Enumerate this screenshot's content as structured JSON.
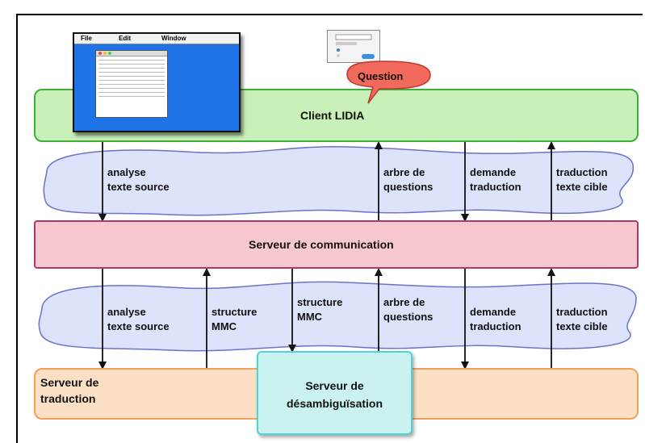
{
  "window_menu": {
    "file": "File",
    "edit": "Edit",
    "window": "Window"
  },
  "bubble": {
    "text": "Question"
  },
  "client": {
    "label": "Client LIDIA"
  },
  "communication": {
    "label": "Serveur de communication"
  },
  "traduction": {
    "label": "Serveur de\ntraduction"
  },
  "desambiguisation": {
    "label": "Serveur de\ndésambiguïsation"
  },
  "upper_labels": {
    "analyse": "analyse\ntexte source",
    "arbre": "arbre de\nquestions",
    "demande": "demande\ntraduction",
    "traduction": "traduction\ntexte cible"
  },
  "lower_labels": {
    "analyse": "analyse\ntexte source",
    "structure_left": "structure\nMMC",
    "structure_right": "structure\nMMC",
    "arbre": "arbre de\nquestions",
    "demande": "demande\ntraduction",
    "traduction": "traduction\ntexte cible"
  },
  "colors": {
    "client_fill": "#c8f0b8",
    "comm_fill": "#f8c8d0",
    "trad_fill": "#fbe0c6",
    "desamb_fill": "#c9f2f0",
    "cloud_fill": "#dde3fb",
    "bubble_fill": "#f26a5c"
  }
}
